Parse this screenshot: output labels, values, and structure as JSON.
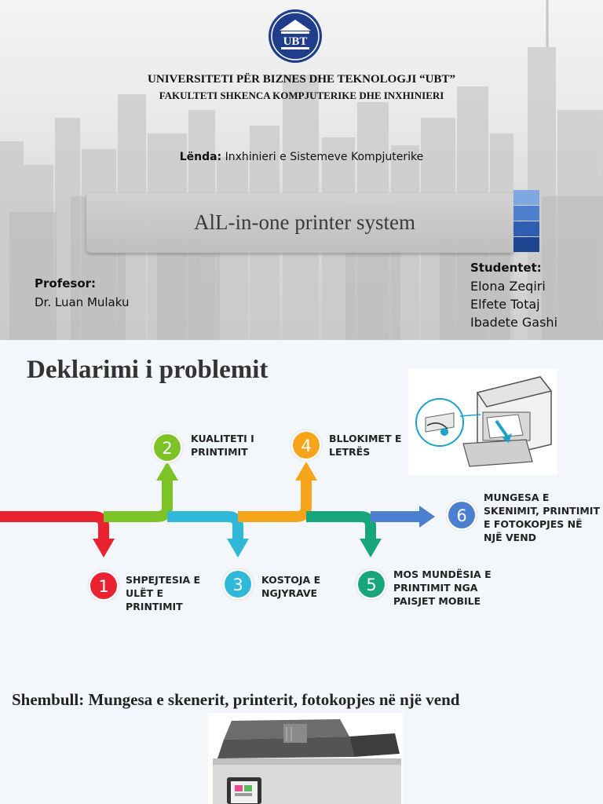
{
  "slide1": {
    "logo_text": "UBT",
    "university": "UNIVERSITETI PËR BIZNES DHE TEKNOLOGJI “UBT”",
    "faculty": "FAKULTETI SHKENCA KOMPJUTERIKE DHE INXHINIERI",
    "subject_label": "Lënda:",
    "subject_value": " Inxhinieri e Sistemeve Kompjuterike",
    "title": "AlL-in-one printer system",
    "professor_label": "Profesor:",
    "professor_name": "Dr. Luan Mulaku",
    "students_label": "Studentet:",
    "students": [
      "Elona Zeqiri",
      "Elfete Totaj",
      "Ibadete Gashi"
    ],
    "accent_colors": [
      "#7fa8e0",
      "#4f7fcf",
      "#2f5db0",
      "#1e4590"
    ]
  },
  "slide2": {
    "heading": "Deklarimi i problemit",
    "steps": [
      {
        "num": "1",
        "text": "SHPEJTESIA E ULËT E PRINTIMIT",
        "color": "#e8232f"
      },
      {
        "num": "2",
        "text": "KUALITETI I PRINTIMIT",
        "color": "#7cc327"
      },
      {
        "num": "3",
        "text": "KOSTOJA E NGJYRAVE",
        "color": "#30b8d8"
      },
      {
        "num": "4",
        "text": "BLLOKIMET E LETRËS",
        "color": "#f6a51b"
      },
      {
        "num": "5",
        "text": "MOS MUNDËSIA E PRINTIMIT NGA PAISJET MOBILE",
        "color": "#17a67c"
      },
      {
        "num": "6",
        "text": "MUNGESA E SKENIMIT, PRINTIMIT E FOTOKOPJES NË NJË VEND",
        "color": "#4b7fd0"
      }
    ],
    "example": "Shembull: Mungesa e skenerit, printerit, fotokopjes në një vend"
  }
}
